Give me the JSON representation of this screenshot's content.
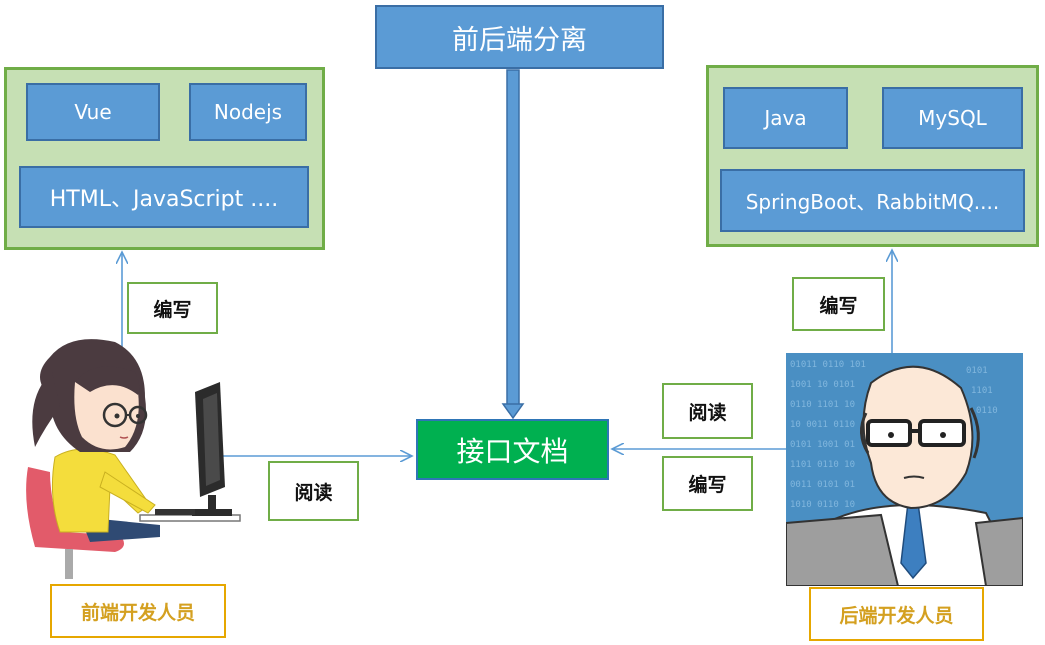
{
  "top": {
    "title": "前后端分离"
  },
  "center": {
    "title": "接口文档"
  },
  "frontend": {
    "tech": [
      "Vue",
      "Nodejs"
    ],
    "tech_wide": "HTML、JavaScript ....",
    "role": "前端开发人员",
    "write_label": "编写",
    "read_label": "阅读"
  },
  "backend": {
    "tech": [
      "Java",
      "MySQL"
    ],
    "tech_wide": "SpringBoot、RabbitMQ....",
    "role": "后端开发人员",
    "write_label": "编写",
    "read_label": "阅读",
    "write_label2": "编写"
  },
  "colors": {
    "blue": "#5b9bd5",
    "green_panel": "#c6e0b4",
    "green_border": "#70ad47",
    "doc_green": "#00b050",
    "role_gold": "#e6a700"
  }
}
